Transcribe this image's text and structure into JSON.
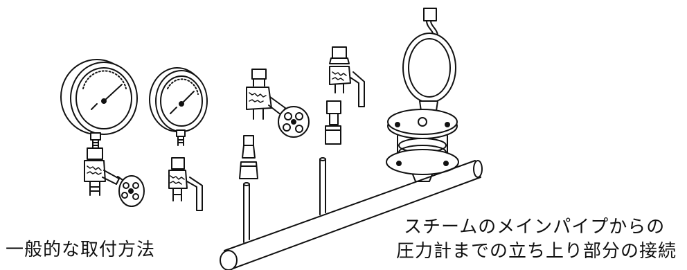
{
  "captions": {
    "general_method": "一般的な取付方法",
    "steam_line_1": "スチームのメインパイプからの",
    "steam_line_2": "圧力計までの立ち上り部分の接続"
  },
  "colors": {
    "ink": "#111111",
    "paper": "#ffffff"
  },
  "icons": [
    "pressure-gauge-icon",
    "globe-valve-icon",
    "gauge-cock-icon",
    "fitting-icon",
    "siphon-loop-icon",
    "diaphragm-seal-icon",
    "main-pipe-icon"
  ]
}
